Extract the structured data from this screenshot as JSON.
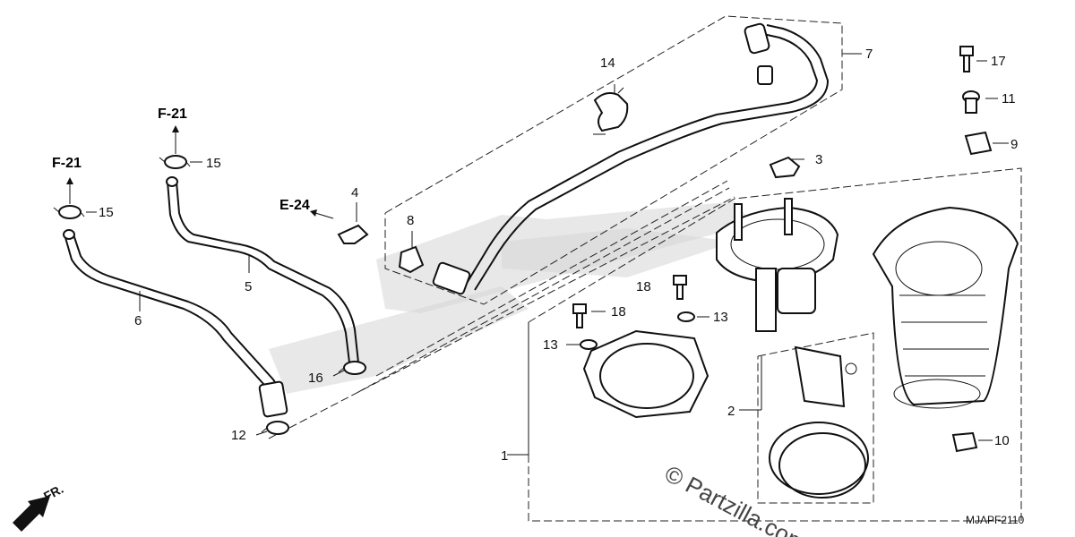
{
  "callouts": {
    "c1": "1",
    "c2": "2",
    "c3": "3",
    "c4": "4",
    "c5": "5",
    "c6": "6",
    "c7": "7",
    "c8": "8",
    "c9": "9",
    "c10": "10",
    "c11": "11",
    "c12": "12",
    "c13a": "13",
    "c13b": "13",
    "c14": "14",
    "c15a": "15",
    "c15b": "15",
    "c16": "16",
    "c17": "17",
    "c18a": "18",
    "c18b": "18"
  },
  "refs": {
    "f21_left": "F-21",
    "f21_top": "F-21",
    "e24": "E-24"
  },
  "front_label": "FR.",
  "watermark": "© Partzilla.com",
  "diagram_code": "MJAPF2110",
  "icons": {
    "front_arrow": "front-direction-arrow-icon",
    "ref_arrow": "reference-arrow-icon"
  }
}
